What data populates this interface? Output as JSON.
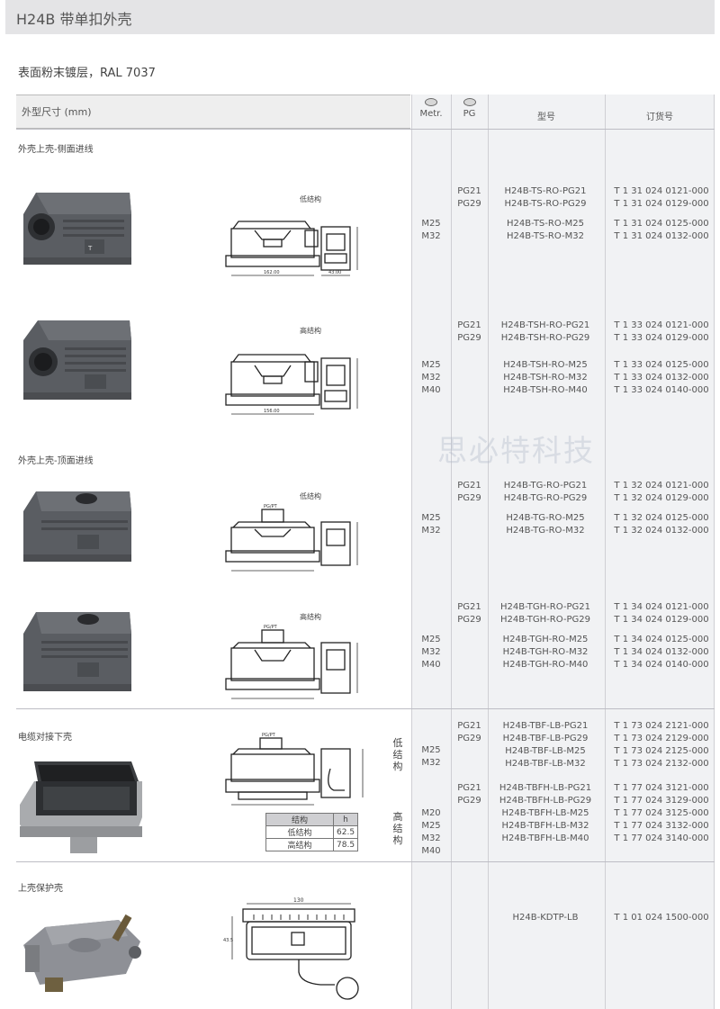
{
  "page": {
    "title": "H24B 带单扣外壳",
    "subtitle": "表面粉末镀层，RAL 7037",
    "watermark": "思必特科技"
  },
  "table_header": {
    "dims": "外型尺寸 (mm)",
    "metr": "Metr.",
    "pg": "PG",
    "model": "型号",
    "order": "订货号"
  },
  "labels": {
    "side_entry": "外壳上壳-侧面进线",
    "top_entry": "外壳上壳-顶面进线",
    "cable_to_cable": "电缆对接下壳",
    "cover": "上壳保护壳",
    "low": "低结构",
    "high": "高结构",
    "vert_low": "低结构",
    "vert_high": "高结构"
  },
  "dims": {
    "pgpg": "PG/PT",
    "h1": "162.00",
    "h2": "156.00",
    "w1": "43.00",
    "cover_w": "130",
    "cover_h": "43.5"
  },
  "height_table": {
    "head": [
      "结构",
      "h"
    ],
    "rows": [
      [
        "低结构",
        "62.5"
      ],
      [
        "高结构",
        "78.5"
      ]
    ]
  },
  "rows": [
    {
      "pg": "PG21\nPG29",
      "metr": "M25\nM32",
      "models": "H24B-TS-RO-PG21\nH24B-TS-RO-PG29",
      "models2": "H24B-TS-RO-M25\nH24B-TS-RO-M32",
      "orders": "T 1 31 024 0121-000\nT 1 31 024 0129-000",
      "orders2": "T 1 31 024 0125-000\nT 1 31 024 0132-000"
    },
    {
      "pg": "PG21\nPG29",
      "metr": "M25\nM32\nM40",
      "models": "H24B-TSH-RO-PG21\nH24B-TSH-RO-PG29",
      "models2": "H24B-TSH-RO-M25\nH24B-TSH-RO-M32\nH24B-TSH-RO-M40",
      "orders": "T 1 33 024 0121-000\nT 1 33 024 0129-000",
      "orders2": "T 1 33 024 0125-000\nT 1 33 024 0132-000\nT 1 33 024 0140-000"
    },
    {
      "pg": "PG21\nPG29",
      "metr": "M25\nM32",
      "models": "H24B-TG-RO-PG21\nH24B-TG-RO-PG29",
      "models2": "H24B-TG-RO-M25\nH24B-TG-RO-M32",
      "orders": "T 1 32 024 0121-000\nT 1 32 024 0129-000",
      "orders2": "T 1 32 024 0125-000\nT 1 32 024 0132-000"
    },
    {
      "pg": "PG21\nPG29",
      "metr": "M25\nM32\nM40",
      "models": "H24B-TGH-RO-PG21\nH24B-TGH-RO-PG29",
      "models2": "H24B-TGH-RO-M25\nH24B-TGH-RO-M32\nH24B-TGH-RO-M40",
      "orders": "T 1 34 024 0121-000\nT 1 34 024 0129-000",
      "orders2": "T 1 34 024 0125-000\nT 1 34 024 0132-000\nT 1 34 024 0140-000"
    },
    {
      "pg": "PG21\nPG29",
      "metr": "M25\nM32",
      "models": "H24B-TBF-LB-PG21\nH24B-TBF-LB-PG29\nH24B-TBF-LB-M25\nH24B-TBF-LB-M32",
      "orders": "T 1 73 024 2121-000\nT 1 73 024 2129-000\nT 1 73 024 2125-000\nT 1 73 024 2132-000"
    },
    {
      "pg": "PG21\nPG29",
      "metr": "M20\nM25\nM32\nM40",
      "models": "H24B-TBFH-LB-PG21\nH24B-TBFH-LB-PG29\nH24B-TBFH-LB-M25\nH24B-TBFH-LB-M32\nH24B-TBFH-LB-M40",
      "orders": "T 1 77 024 3121-000\nT 1 77 024 3129-000\nT 1 77 024 3125-000\nT 1 77 024 3132-000\nT 1 77 024 3140-000"
    },
    {
      "models": "H24B-KDTP-LB",
      "orders": "T 1 01 024 1500-000"
    }
  ]
}
